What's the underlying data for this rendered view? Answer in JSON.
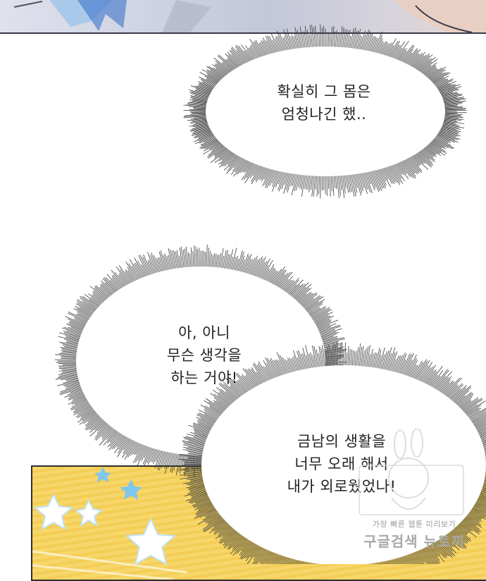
{
  "bubbles": {
    "first": {
      "lines": [
        "확실히 그 몸은",
        "엄청나긴 했.."
      ]
    },
    "second": {
      "lines": [
        "아, 아니",
        "무슨 생각을",
        "하는 거야!"
      ]
    },
    "third": {
      "lines": [
        "금남의 생활을",
        "너무 오래 해서",
        "내가 외로웠었나!"
      ]
    }
  },
  "watermark": {
    "tagline": "가장 빠른 웹툰 미리보기",
    "brand": "구글검색 뉴토끼"
  },
  "colors": {
    "panel_bottom": "#f7d76a",
    "star": "#ffffff",
    "star_blue": "#7fc7ee"
  }
}
